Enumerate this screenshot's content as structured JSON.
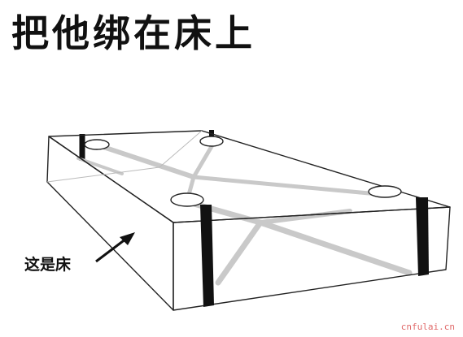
{
  "title": "把他绑在床上",
  "label": "这是床",
  "watermark": "cnfulai.cn",
  "colors": {
    "outline": "#222222",
    "strap": "#111111",
    "rope": "#c4c4c4",
    "hole": "#ffffff"
  },
  "icons": {
    "arrow": "arrow-pointer-icon"
  }
}
